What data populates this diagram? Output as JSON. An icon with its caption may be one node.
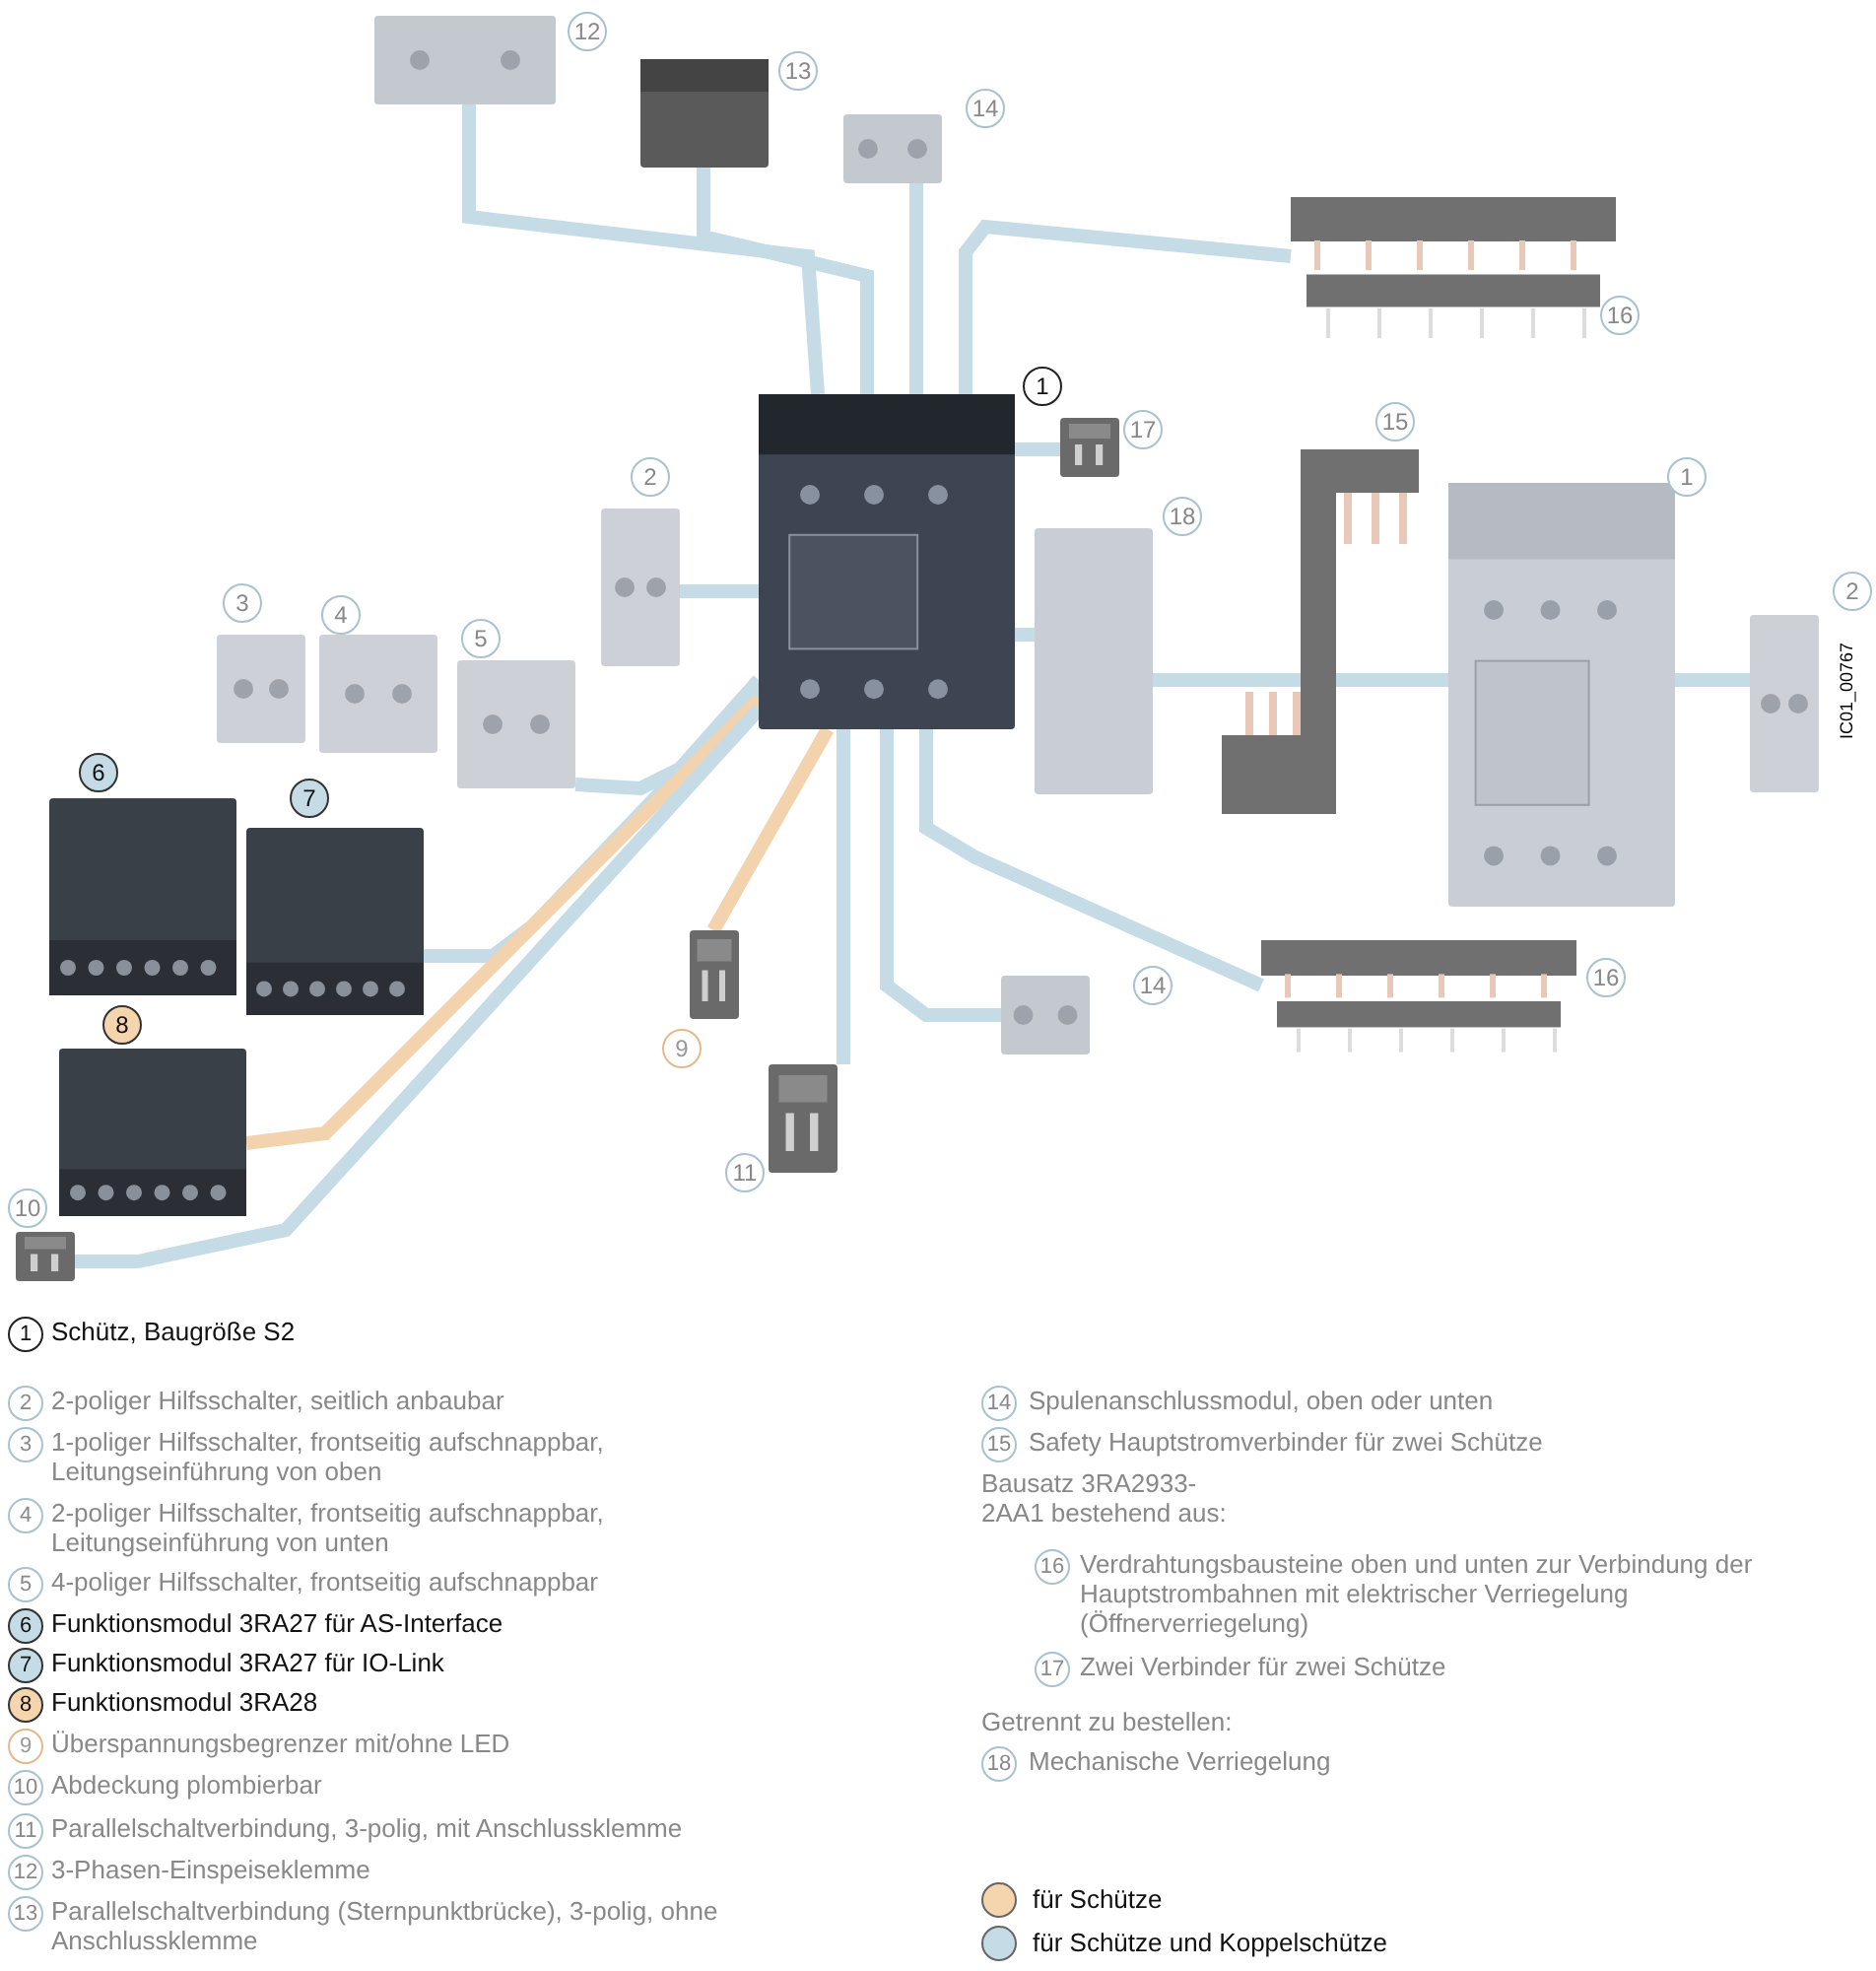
{
  "diagram": {
    "nodes": [
      {
        "text": [],
        "shape": "picture",
        "beside": [
          "12"
        ]
      },
      {
        "text": [],
        "shape": "picture",
        "beside": [
          "13"
        ]
      },
      {
        "text": [],
        "shape": "picture",
        "beside": [
          "14"
        ]
      },
      {
        "text": [],
        "shape": "picture",
        "beside": [
          "16"
        ]
      },
      {
        "text": [],
        "shape": "picture",
        "beside": [
          "1"
        ]
      },
      {
        "text": [],
        "shape": "picture",
        "beside": [
          "17"
        ]
      },
      {
        "text": [],
        "shape": "picture",
        "beside": [
          "2"
        ]
      },
      {
        "text": [],
        "shape": "picture",
        "beside": [
          "15"
        ]
      },
      {
        "text": [],
        "shape": "picture",
        "beside": [
          "18"
        ]
      },
      {
        "text": [],
        "shape": "picture",
        "beside": [
          "1"
        ]
      },
      {
        "text": [],
        "shape": "picture",
        "beside": [
          "2"
        ]
      },
      {
        "text": [],
        "shape": "picture",
        "beside": [
          "3"
        ]
      },
      {
        "text": [],
        "shape": "picture",
        "beside": [
          "4"
        ]
      },
      {
        "text": [],
        "shape": "picture",
        "beside": [
          "5"
        ]
      },
      {
        "text": [],
        "shape": "picture",
        "beside": [
          "6"
        ]
      },
      {
        "text": [],
        "shape": "picture",
        "beside": [
          "7"
        ]
      },
      {
        "text": [],
        "shape": "picture",
        "beside": [
          "9"
        ]
      },
      {
        "text": [],
        "shape": "picture",
        "beside": [
          "16"
        ]
      },
      {
        "text": [],
        "shape": "picture",
        "beside": [
          "14"
        ]
      },
      {
        "text": [],
        "shape": "picture",
        "beside": [
          "8"
        ]
      },
      {
        "text": [],
        "shape": "picture",
        "beside": [
          "11"
        ]
      },
      {
        "text": [],
        "shape": "picture",
        "beside": [
          "10"
        ]
      }
    ],
    "edges": [
      {
        "from": 0,
        "to": 4,
        "arrow": "none"
      },
      {
        "from": 1,
        "to": 4,
        "arrow": "none"
      },
      {
        "from": 2,
        "to": 4,
        "arrow": "none"
      },
      {
        "from": 3,
        "to": 4,
        "arrow": "none"
      },
      {
        "from": 4,
        "to": 5,
        "arrow": "none"
      },
      {
        "from": 6,
        "to": 4,
        "arrow": "none"
      },
      {
        "from": 4,
        "to": 8,
        "arrow": "none"
      },
      {
        "from": 8,
        "to": 7,
        "arrow": "none"
      },
      {
        "from": 7,
        "to": 9,
        "arrow": "none"
      },
      {
        "from": 9,
        "to": 10,
        "arrow": "none"
      },
      {
        "from": 13,
        "to": 4,
        "arrow": "none"
      },
      {
        "from": 15,
        "to": 4,
        "arrow": "none"
      },
      {
        "from": 19,
        "to": 4,
        "arrow": "none",
        "color": "#f2d3ae"
      },
      {
        "from": 21,
        "to": 4,
        "arrow": "none"
      },
      {
        "from": 16,
        "to": 4,
        "arrow": "none",
        "color": "#f2d3ae"
      },
      {
        "from": 4,
        "to": 20,
        "arrow": "none"
      },
      {
        "from": 4,
        "to": 18,
        "arrow": "none"
      },
      {
        "from": 4,
        "to": 17,
        "arrow": "none"
      }
    ],
    "labels": [
      "1",
      "Schütz, Baugröße S2",
      "2",
      "2-poliger Hilfsschalter, seitlich anbaubar",
      "3",
      "1-poliger Hilfsschalter, frontseitig aufschnappbar, Leitungseinführung von oben",
      "4",
      "2-poliger Hilfsschalter, frontseitig aufschnappbar, Leitungseinführung von unten",
      "5",
      "4-poliger Hilfsschalter, frontseitig aufschnappbar",
      "6",
      "Funktionsmodul 3RA27 für AS-Interface",
      "7",
      "Funktionsmodul 3RA27 für IO-Link",
      "8",
      "Funktionsmodul 3RA28",
      "9",
      "Überspannungsbegrenzer mit/ohne LED",
      "10",
      "Abdeckung plombierbar",
      "11",
      "Parallelschaltverbindung, 3-polig, mit Anschlussklemme",
      "12",
      "3-Phasen-Einspeiseklemme",
      "13",
      "Parallelschaltverbindung (Sternpunktbrücke), 3-polig, ohne Anschlussklemme",
      "14",
      "Spulenanschlussmodul, oben oder unten",
      "15",
      "Safety Hauptstromverbinder für zwei Schütze",
      "Bausatz 3RA2933-2AA1 bestehend aus:",
      "16",
      "Verdrahtungsbausteine oben und unten zur Verbindung der Hauptstrombahnen mit elektrischer Verriegelung (Öffnerverriegelung)",
      "17",
      "Zwei Verbinder für zwei Schütze",
      "Getrennt zu bestellen:",
      "18",
      "Mechanische Verriegelung",
      "IC01_00767"
    ],
    "legend": [
      {
        "text": "für Schütze",
        "color": "#f5d5ae"
      },
      {
        "text": "für Schütze und Koppelschütze",
        "color": "#c5dbe5"
      }
    ]
  }
}
